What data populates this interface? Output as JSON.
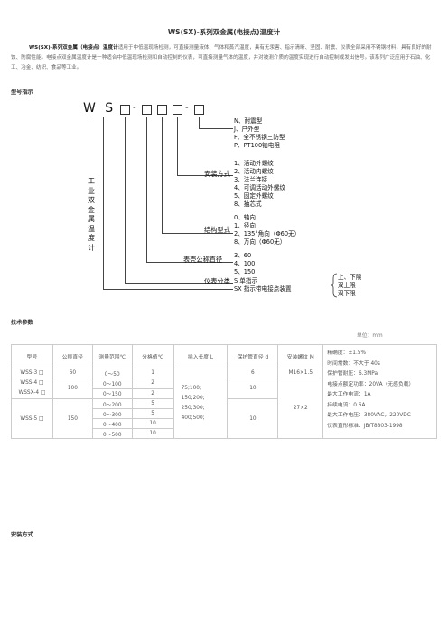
{
  "title": "WS(SX)-系列双金属(电接点)温度计",
  "intro": {
    "lead": "WS(SX)-系列双金属（电接点）温度计",
    "body": "适用于中低温现场检测，可直接测量液体、气体和蒸汽温度，具有无汞害、指示清晰、坚固、耐震、仪表全部采用不锈钢材料，具有良好的耐蚀、防腐性能。电接点双金属温度计是一种适合中低温现场检测和自动控制的仪表，可直接测量气体的温度，并对被测介质的温度实现进行自动控制或发出信号。该系列广泛应用于石油、化工、冶金、纺织、食品等工业。"
  },
  "model_section": {
    "heading": "型号指示",
    "prefix": "W S",
    "vertical_label": [
      "工",
      "业",
      "双",
      "金",
      "属",
      "温",
      "度",
      "计"
    ],
    "protection": [
      "N、耐震型",
      "J、户外型",
      "F、全不锈钢三防型",
      "P、PT100铂电阻"
    ],
    "install_label": "安装方式",
    "install": [
      "1、活动外螺纹",
      "2、活动内螺纹",
      "3、法兰连接",
      "4、可调活动外螺纹",
      "5、固定外螺纹",
      "8、抽芯式"
    ],
    "structure_label": "结构型式",
    "structure": [
      "0、轴向",
      "1、径向",
      "2、135°角向（Φ60无）",
      "8、万向（Φ60无）"
    ],
    "diameter_label": "表壳公称直径",
    "diameter": [
      "3、60",
      "4、100",
      "5、150"
    ],
    "category_label": "仪表分类",
    "category": [
      "S    单指示",
      "SX  指示带电接点装置"
    ],
    "contact": [
      "上、下限",
      "双上限",
      "双下限"
    ]
  },
  "tech_section": {
    "heading": "技术参数",
    "unit": "单位：mm",
    "headers": [
      "型号",
      "公称直径",
      "测量范围℃",
      "分格值℃",
      "插入长度 L",
      "保护管直径 d",
      "安装螺纹 M"
    ],
    "models": [
      "WSS-3 □",
      "WSS-4 □",
      "WSSX-4 □",
      "WSS-5 □"
    ],
    "diameters": [
      "60",
      "100",
      "150"
    ],
    "ranges": [
      "0～50",
      "0～100",
      "0～150",
      "0～200",
      "0～300",
      "0～400",
      "0～500"
    ],
    "divisions": [
      "1",
      "2",
      "2",
      "5",
      "5",
      "10",
      "10"
    ],
    "insert_length": [
      "75;100;",
      "150;200;",
      "250;300;",
      "400;500;"
    ],
    "tube_diameters": [
      "6",
      "10",
      "10"
    ],
    "threads": [
      "M16×1.5",
      "27×2"
    ],
    "notes": [
      "精确度：±1.5%",
      "时间常数：不大于 40s",
      "保护管耐压：6.3MPa",
      "电接点额定功率：20VA（无感负载）",
      "最大工作电流：1A",
      "持续电流：0.6A",
      "最大工作电压：380VAC，220VDC",
      "仪表直形标准：JB/T8803-1998"
    ]
  },
  "install_section": {
    "heading": "安装方式"
  }
}
